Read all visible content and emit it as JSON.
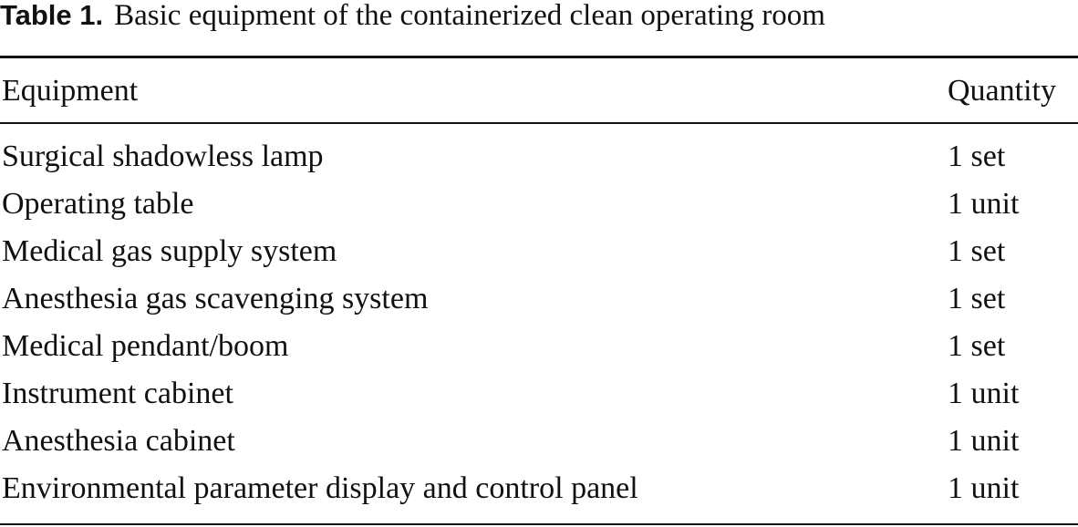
{
  "caption": {
    "label": "Table 1.",
    "text": "Basic equipment of the containerized clean operating room"
  },
  "table": {
    "headers": {
      "equipment": "Equipment",
      "quantity": "Quantity"
    },
    "rows": [
      {
        "equipment": "Surgical shadowless lamp",
        "quantity": "1 set"
      },
      {
        "equipment": "Operating table",
        "quantity": "1 unit"
      },
      {
        "equipment": "Medical gas supply system",
        "quantity": "1 set"
      },
      {
        "equipment": "Anesthesia gas scavenging system",
        "quantity": "1 set"
      },
      {
        "equipment": "Medical pendant/boom",
        "quantity": "1 set"
      },
      {
        "equipment": "Instrument cabinet",
        "quantity": "1 unit"
      },
      {
        "equipment": "Anesthesia cabinet",
        "quantity": "1 unit"
      },
      {
        "equipment": "Environmental parameter display and control panel",
        "quantity": "1 unit"
      }
    ]
  }
}
